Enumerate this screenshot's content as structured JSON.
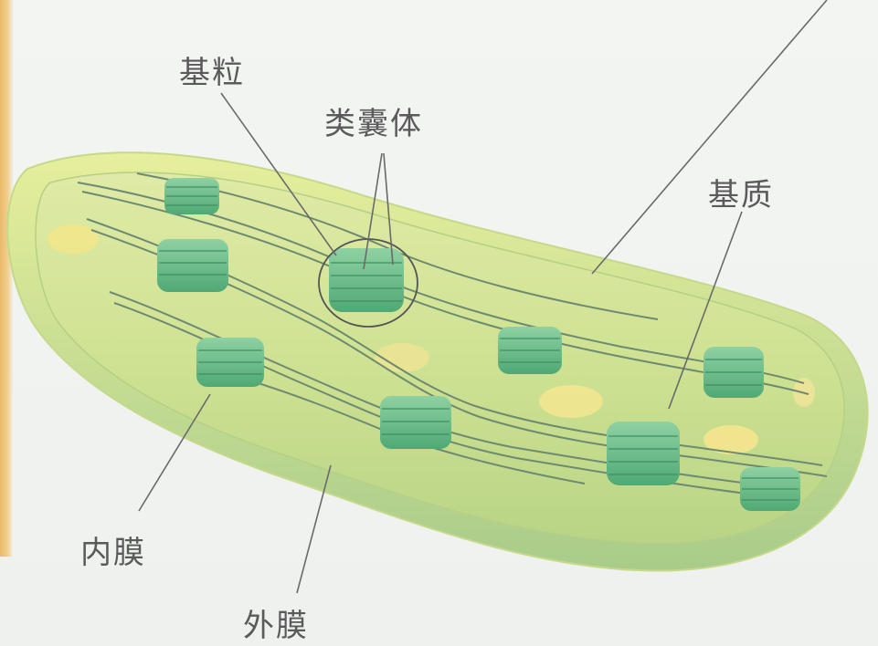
{
  "diagram": {
    "labels": {
      "granum": "基粒",
      "thylakoid": "类囊体",
      "stroma": "基质",
      "inner_membrane": "内膜",
      "outer_membrane": "外膜"
    }
  },
  "colors": {
    "outer_membrane": "#cfe08a",
    "stroma": "#c9df9a",
    "granum": "#6bbf8a",
    "lamella": "#7a8f78",
    "starch": "#f2e58a",
    "leader_line": "#6a6a6a",
    "label_text": "#5a5a5a"
  },
  "icons": {
    "chloroplast": "chloroplast-illustration"
  }
}
